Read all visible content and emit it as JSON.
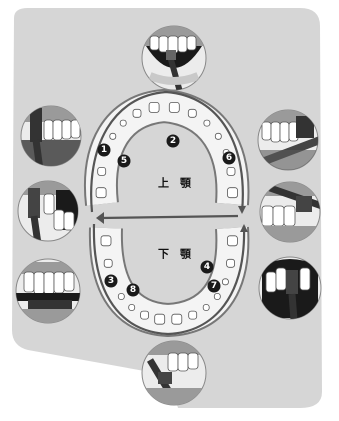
{
  "labels": {
    "upper_jaw": [
      "上",
      "顎"
    ],
    "lower_jaw": [
      "下",
      "顎"
    ]
  },
  "steps": [
    {
      "id": 1,
      "label": "1",
      "jaw": "upper"
    },
    {
      "id": 2,
      "label": "2",
      "jaw": "upper"
    },
    {
      "id": 3,
      "label": "3",
      "jaw": "lower"
    },
    {
      "id": 4,
      "label": "4",
      "jaw": "lower"
    },
    {
      "id": 5,
      "label": "5",
      "jaw": "upper"
    },
    {
      "id": 6,
      "label": "6",
      "jaw": "upper"
    },
    {
      "id": 7,
      "label": "7",
      "jaw": "lower"
    },
    {
      "id": 8,
      "label": "8",
      "jaw": "lower"
    }
  ],
  "illustrations": [
    {
      "name": "upper-front-inner-brushing-illustration"
    },
    {
      "name": "upper-left-outer-brushing-illustration"
    },
    {
      "name": "upper-right-outer-brushing-illustration"
    },
    {
      "name": "left-side-brushing-illustration"
    },
    {
      "name": "right-side-interdental-illustration"
    },
    {
      "name": "lower-left-outer-brushing-illustration"
    },
    {
      "name": "lower-right-inner-brushing-illustration"
    },
    {
      "name": "lower-front-inner-brushing-illustration"
    }
  ],
  "colors": {
    "background_blob": "#d6d6d6",
    "circle_fill": "#ececec",
    "tooth": "#ffffff",
    "gum": "#9a9a9a",
    "dark": "#1a1a1a",
    "arrow": "#555555",
    "badge": "#1a1a1a"
  }
}
